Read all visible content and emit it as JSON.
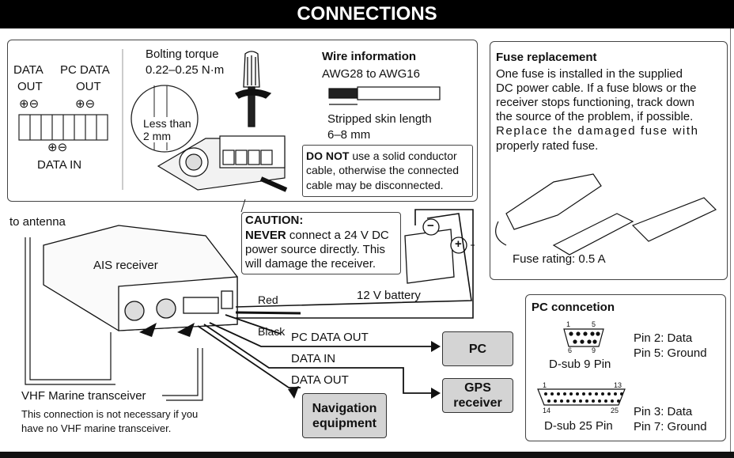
{
  "header": {
    "title": "CONNECTIONS"
  },
  "terminal_panel": {
    "data_out": "DATA",
    "data_out_2": "OUT",
    "pc_data_out": "PC DATA",
    "pc_data_out_2": "OUT",
    "data_in": "DATA IN",
    "polarity": "⊕⊖",
    "bolting_torque": "Bolting torque",
    "torque_value": "0.22–0.25 N·m",
    "less_than": "Less than",
    "less_than_value": "2 mm"
  },
  "wire_info": {
    "heading": "Wire information",
    "gauge": "AWG28 to AWG16",
    "stripped_label": "Stripped skin length",
    "stripped_value": "6–8 mm",
    "warning_bold": "DO NOT",
    "warning_line1": " use a solid conductor",
    "warning_line2": "cable, otherwise the connected",
    "warning_line3": "cable may be disconnected."
  },
  "fuse": {
    "heading": "Fuse replacement",
    "lines": [
      "One fuse is installed in the supplied",
      "DC power cable. If a fuse blows or the",
      "receiver stops functioning, track down",
      "the source of the problem, if possible.",
      "Replace the damaged fuse with",
      "properly rated fuse."
    ],
    "rating": "Fuse rating: 0.5 A"
  },
  "caution": {
    "heading": "CAUTION:",
    "never": "NEVER",
    "line1": " connect a 24 V DC",
    "line2": "power source directly. This",
    "line3": "will damage the receiver."
  },
  "diagram": {
    "to_antenna": "to antenna",
    "ais_receiver": "AIS receiver",
    "red": "Red",
    "black": "Black",
    "battery": "12 V battery",
    "pc_data_out": "PC DATA OUT",
    "data_in": "DATA IN",
    "data_out": "DATA OUT",
    "vhf": "VHF Marine transceiver",
    "vhf_note1": "This connection is not necessary if you",
    "vhf_note2": "have no VHF marine transceiver.",
    "minus": "−",
    "plus": "+"
  },
  "devices": {
    "pc": "PC",
    "gps_1": "GPS",
    "gps_2": "receiver",
    "nav_1": "Navigation",
    "nav_2": "equipment"
  },
  "pc_connection": {
    "heading": "PC conncetion",
    "dsub9": "D-sub 9 Pin",
    "dsub9_pin1": "1",
    "dsub9_pin5": "5",
    "dsub9_pin6": "6",
    "dsub9_pin9": "9",
    "dsub9_line1": "Pin 2: Data",
    "dsub9_line2": "Pin 5: Ground",
    "dsub25": "D-sub 25 Pin",
    "dsub25_pin1": "1",
    "dsub25_pin13": "13",
    "dsub25_pin14": "14",
    "dsub25_pin25": "25",
    "dsub25_line1": "Pin 3: Data",
    "dsub25_line2": "Pin 7: Ground"
  }
}
